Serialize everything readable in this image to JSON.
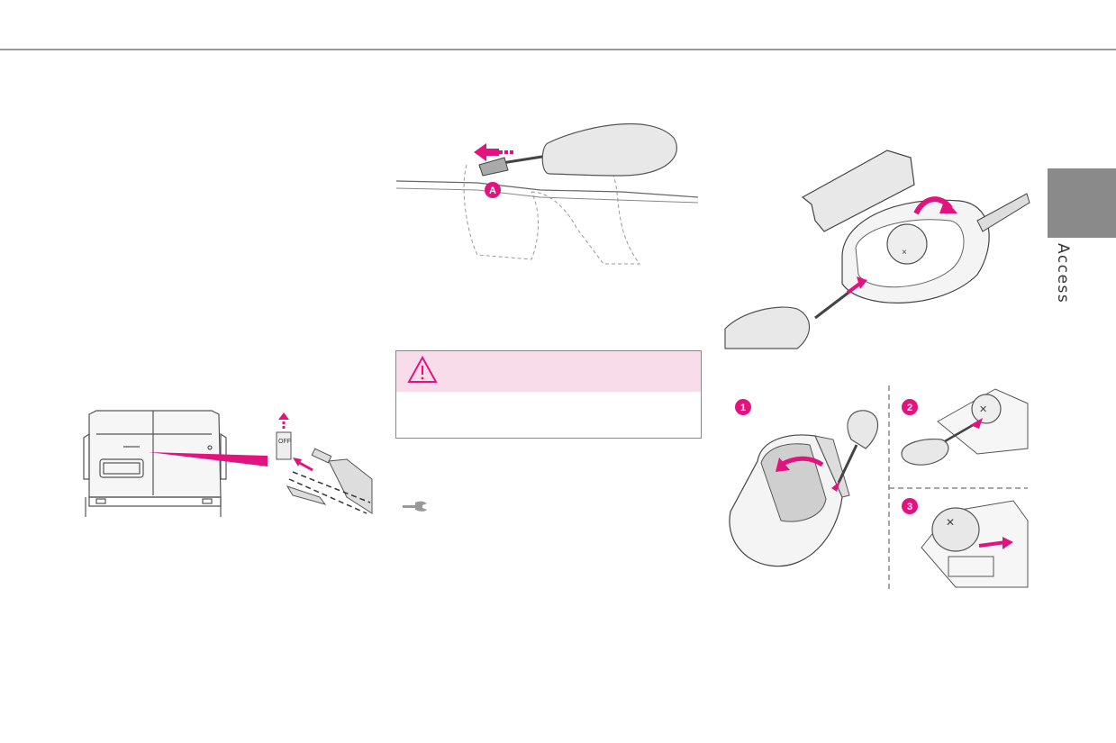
{
  "section": {
    "side_tab_label": "Access"
  },
  "figures": {
    "callout_a": "A",
    "step_1": "1",
    "step_2": "2",
    "step_3": "3",
    "off_label": "OFF"
  },
  "icons": {
    "warning": "warning-triangle-icon",
    "tool": "wrench-icon"
  },
  "colors": {
    "accent": "#e2137e",
    "warning_bg": "#f8dcea",
    "side_tab": "#8a8a8a"
  }
}
